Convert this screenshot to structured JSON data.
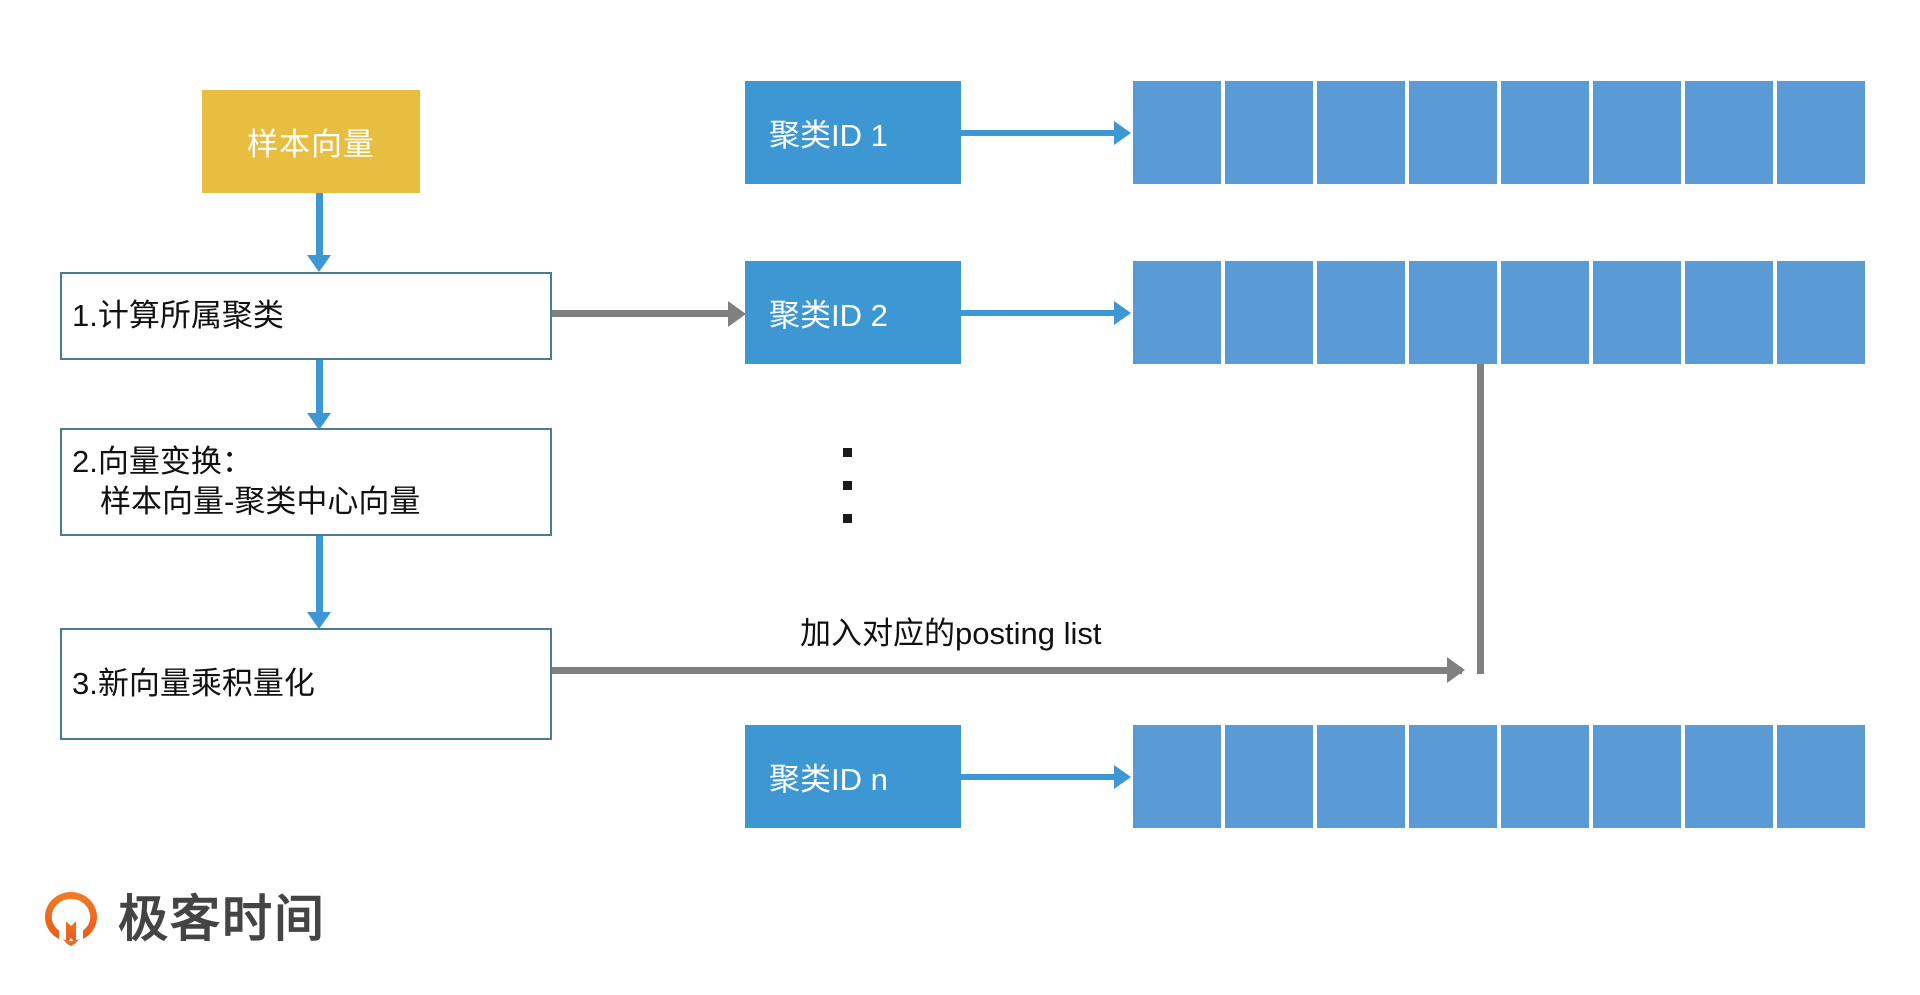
{
  "diagram": {
    "title": "IVF posting list building flow",
    "sample_box": {
      "label": "样本向量",
      "color": "#E8BE41"
    },
    "steps": [
      {
        "id": "step1",
        "line1": "1.计算所属聚类",
        "line2": ""
      },
      {
        "id": "step2",
        "line1": "2.向量变换：",
        "line2": "样本向量-聚类中心向量"
      },
      {
        "id": "step3",
        "line1": "3.新向量乘积量化",
        "line2": ""
      }
    ],
    "clusters": [
      {
        "id": "cluster1",
        "label": "聚类ID 1",
        "cells": 8
      },
      {
        "id": "cluster2",
        "label": "聚类ID 2",
        "cells": 8
      },
      {
        "id": "clustern",
        "label": "聚类ID n",
        "cells": 8
      }
    ],
    "ellipsis_dots": 3,
    "caption": "加入对应的posting list",
    "colors": {
      "sample_fill": "#E8BE41",
      "step_border": "#4B7A96",
      "cluster_fill": "#3C97D3",
      "cell_fill": "#5B9BD5",
      "blue_arrow": "#3C97D3",
      "gray_arrow": "#808080",
      "logo_orange": "#ED6D28",
      "logo_text": "#444444"
    }
  },
  "logo": {
    "text": "极客时间",
    "mark_name": "geektime-logo-mark"
  }
}
